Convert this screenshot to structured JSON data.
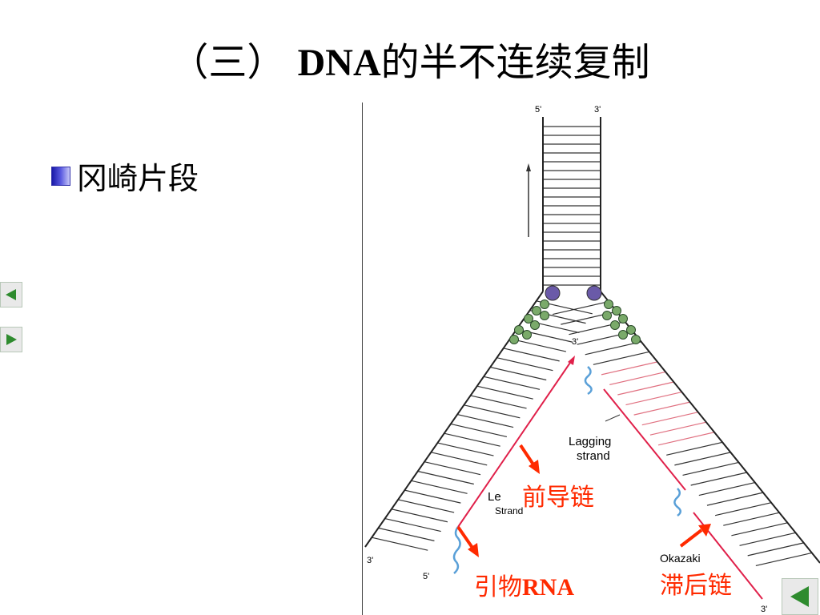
{
  "slide": {
    "title_prefix": "（三） ",
    "title_dna": "DNA",
    "title_suffix": "的半不连续复制",
    "bullet": "冈崎片段"
  },
  "diagram": {
    "top_left_label": "5'",
    "top_right_label": "3'",
    "leading_tip_label": "3'",
    "bottom_left_3": "3'",
    "bottom_left_5": "5'",
    "bottom_right_3": "3'",
    "lagging_line1": "Lagging",
    "lagging_line2": "strand",
    "leading_line1": "Le",
    "leading_line2": "Strand",
    "okazaki_label": "Okazaki",
    "annot_leading": "前导链",
    "annot_primer_prefix": "引物",
    "annot_primer_rna": "RNA",
    "annot_lagging": "滞后链"
  },
  "nav": {
    "prev_icon": "triangle-left-icon",
    "next_icon": "triangle-right-icon",
    "return_icon": "triangle-left-icon"
  },
  "colors": {
    "annotation_red": "#ff2a00",
    "new_strand": "#e0204a",
    "primer": "#5aa0d8",
    "helicase": "#6a5aa8",
    "ssb": "#7aaa6a",
    "nav_arrow": "#2e8b2e"
  }
}
